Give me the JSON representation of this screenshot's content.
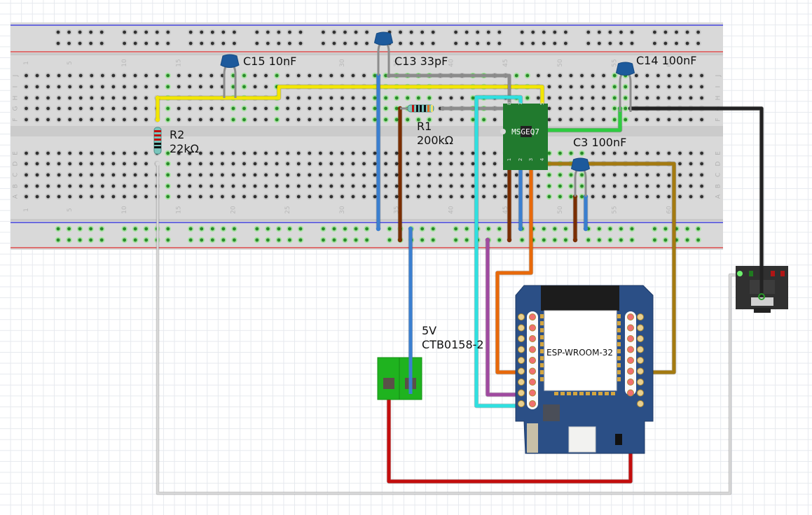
{
  "app": "Fritzing breadboard view",
  "breadboard": {
    "columns": 63,
    "row_labels_top": [
      "J",
      "I",
      "H",
      "G",
      "F"
    ],
    "row_labels_bottom": [
      "E",
      "D",
      "C",
      "B",
      "A"
    ],
    "column_markers": [
      "1",
      "5",
      "10",
      "15",
      "20",
      "25",
      "30",
      "35",
      "40",
      "45",
      "50",
      "55",
      "60"
    ]
  },
  "components": {
    "c15": {
      "ref": "C15",
      "value": "10nF",
      "label": "C15 10nF"
    },
    "c13": {
      "ref": "C13",
      "value": "33pF",
      "label": "C13 33pF"
    },
    "c14": {
      "ref": "C14",
      "value": "100nF",
      "label": "C14 100nF"
    },
    "c3": {
      "ref": "C3",
      "value": "100nF",
      "label": "C3 100nF"
    },
    "r1": {
      "ref": "R1",
      "value": "200kΩ",
      "label_line1": "R1",
      "label_line2": "200kΩ"
    },
    "r2": {
      "ref": "R2",
      "value": "22kΩ",
      "label_line1": "R2",
      "label_line2": "22kΩ"
    },
    "ic": {
      "name": "MSGEQ7",
      "pins": [
        "1",
        "2",
        "3",
        "4",
        "5",
        "7",
        "8"
      ]
    },
    "terminal": {
      "label_line1": "5V",
      "label_line2": "CTB0158-2"
    },
    "esp": {
      "module": "ESP-WROOM-32"
    },
    "audio_jack": {
      "name": "audio-jack"
    }
  },
  "wire_colors": {
    "yellow": "#f2e600",
    "gray": "#8c8c8c",
    "blue": "#3a7fd0",
    "brown": "#7a2e00",
    "cyan": "#2fe0e0",
    "orange": "#e8690a",
    "green": "#2ecc40",
    "ochre": "#a47a10",
    "black": "#222222",
    "red": "#c40d0d",
    "purple": "#a04aa0",
    "white": "#f5f5f5"
  }
}
